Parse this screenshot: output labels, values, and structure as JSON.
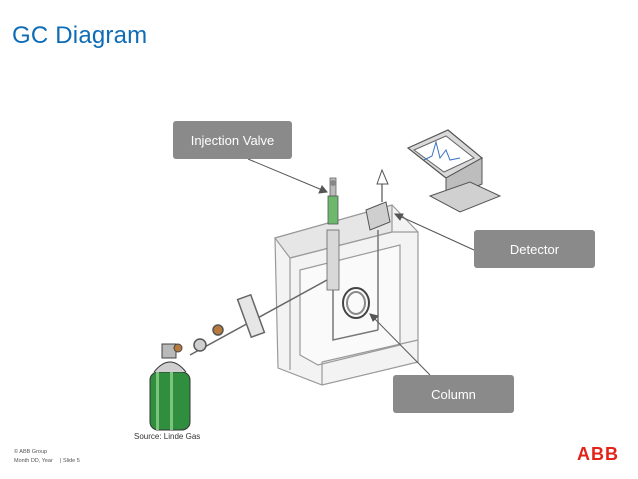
{
  "slide": {
    "title": "GC Diagram"
  },
  "callouts": {
    "injection_valve": "Injection Valve",
    "detector": "Detector",
    "column": "Column"
  },
  "source_note": "Source: Linde Gas",
  "footer": {
    "copyright": "© ABB Group",
    "date": "Month DD, Year",
    "slide_number": "| Slide 5"
  },
  "logo": {
    "text": "ABB",
    "color": "#e2231a"
  },
  "colors": {
    "title": "#0e6cb6",
    "callout_bg": "#8a8a8a",
    "cylinder_green": "#2f8f3f"
  }
}
